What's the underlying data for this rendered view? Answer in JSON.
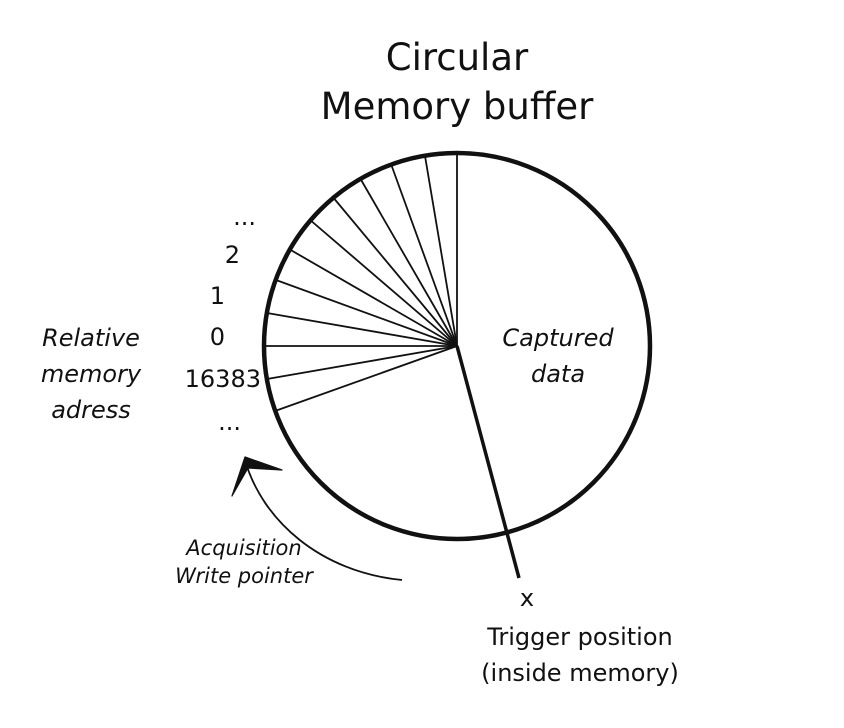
{
  "title": {
    "line1": "Circular",
    "line2": "Memory buffer"
  },
  "captured": {
    "line1": "Captured",
    "line2": "data"
  },
  "relative": {
    "line1": "Relative",
    "line2": "memory",
    "line3": "adress"
  },
  "addresses": {
    "dots_top": "...",
    "a2": "2",
    "a1": "1",
    "a0": "0",
    "a_last": "16383",
    "dots_bottom": "..."
  },
  "acquisition": {
    "line1": "Acquisition",
    "line2": "Write pointer"
  },
  "trigger": {
    "marker": "x",
    "line1": "Trigger position",
    "line2": "(inside memory)"
  },
  "colors": {
    "ink": "#111111",
    "background": "#ffffff"
  }
}
